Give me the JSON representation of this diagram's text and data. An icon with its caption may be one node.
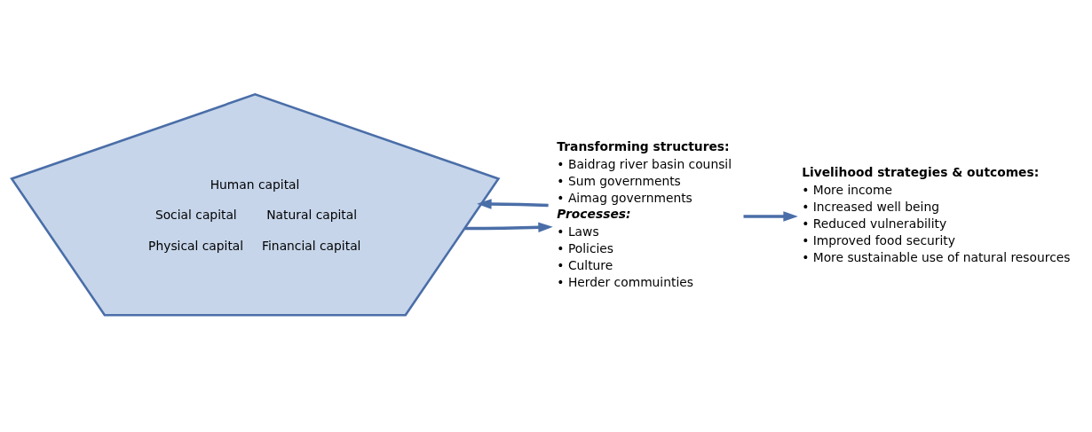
{
  "diagram": {
    "nodes": [
      {
        "text": [
          "Human capital",
          "Social capital",
          "Natural capital",
          "Physical capital",
          "Financial capital"
        ]
      },
      {
        "text": [
          "Transforming structures:",
          "• Baidrag river basin counsil",
          "• Sum governments",
          "• Aimag governments",
          "Processes:",
          "• Laws",
          "• Policies",
          "• Culture",
          "• Herder commuinties"
        ]
      },
      {
        "text": [
          "Livelihood strategies & outcomes:",
          "• More income",
          "• Increased well being",
          "• Reduced vulnerability",
          "• Improved food security",
          "• More sustainable use of natural resources"
        ]
      }
    ],
    "edges": [
      {
        "from": 0,
        "to": 1,
        "arrow": "to"
      },
      {
        "from": 1,
        "to": 2,
        "arrow": "to"
      },
      {
        "from": 1,
        "to": 0,
        "arrow": "to"
      }
    ]
  }
}
